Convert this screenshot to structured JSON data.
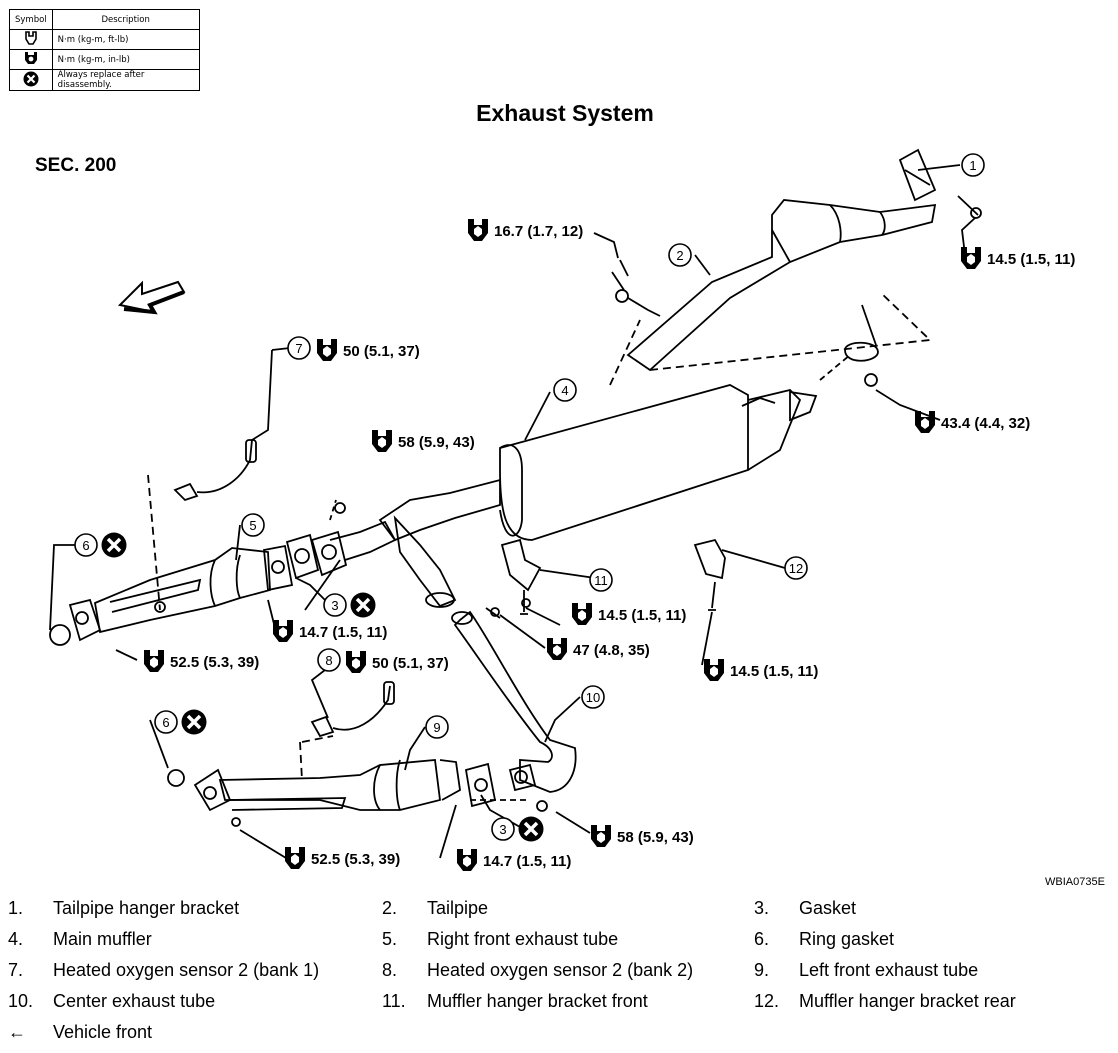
{
  "legend": {
    "header_symbol": "Symbol",
    "header_description": "Description",
    "rows": [
      {
        "icon": "torque-wrench-icon",
        "description": "N·m (kg-m, ft-lb)"
      },
      {
        "icon": "torque-wrench-inlb-icon",
        "description": "N·m (kg-m, in-lb)"
      },
      {
        "icon": "replace-x-icon",
        "description": "Always replace after disassembly."
      }
    ]
  },
  "title": "Exhaust System",
  "section": "SEC. 200",
  "figure_code": "WBIA0735E",
  "callouts": [
    "1",
    "2",
    "4",
    "5",
    "6",
    "7",
    "6",
    "8",
    "3",
    "9",
    "10",
    "11",
    "12",
    "3"
  ],
  "torques": [
    "16.7 (1.7, 12)",
    "14.5 (1.5, 11)",
    "50 (5.1, 37)",
    "58 (5.9, 43)",
    "43.4 (4.4, 32)",
    "14.7 (1.5, 11)",
    "14.5 (1.5, 11)",
    "47 (4.8, 35)",
    "52.5 (5.3, 39)",
    "50 (5.1, 37)",
    "14.5 (1.5, 11)",
    "58 (5.9, 43)",
    "52.5 (5.3, 39)",
    "14.7 (1.5, 11)"
  ],
  "parts": [
    [
      {
        "num": "1.",
        "label": "Tailpipe hanger bracket"
      },
      {
        "num": "2.",
        "label": "Tailpipe"
      },
      {
        "num": "3.",
        "label": "Gasket"
      }
    ],
    [
      {
        "num": "4.",
        "label": "Main muffler"
      },
      {
        "num": "5.",
        "label": "Right front exhaust tube"
      },
      {
        "num": "6.",
        "label": "Ring gasket"
      }
    ],
    [
      {
        "num": "7.",
        "label": "Heated oxygen sensor 2 (bank 1)"
      },
      {
        "num": "8.",
        "label": "Heated oxygen sensor 2 (bank 2)"
      },
      {
        "num": "9.",
        "label": "Left front exhaust tube"
      }
    ],
    [
      {
        "num": "10.",
        "label": "Center exhaust tube"
      },
      {
        "num": "11.",
        "label": "Muffler hanger bracket front"
      },
      {
        "num": "12.",
        "label": "Muffler hanger bracket rear"
      }
    ],
    [
      {
        "num": "←",
        "label": "Vehicle front"
      }
    ]
  ]
}
